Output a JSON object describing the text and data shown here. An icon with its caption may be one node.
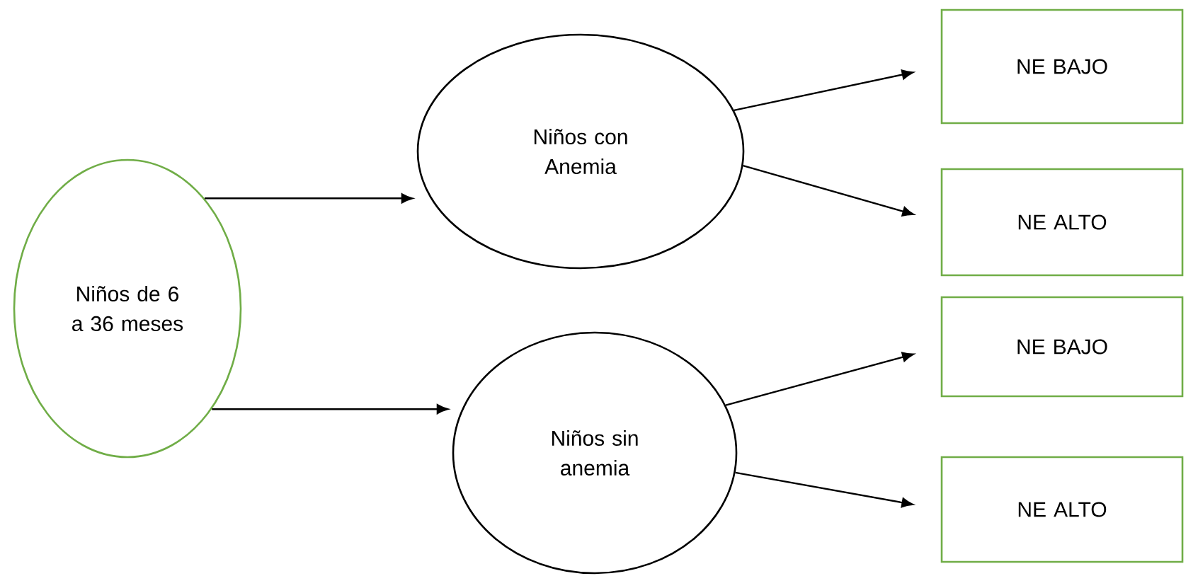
{
  "diagram": {
    "nodes": [
      {
        "text": [
          "Niños de 6 a 36 meses"
        ]
      },
      {
        "text": [
          "Niños con Anemia"
        ]
      },
      {
        "text": [
          "Niños sin anemia"
        ]
      },
      {
        "text": [
          "NE BAJO"
        ]
      },
      {
        "text": [
          "NE ALTO"
        ]
      },
      {
        "text": [
          "NE BAJO"
        ]
      },
      {
        "text": [
          "NE ALTO"
        ]
      }
    ],
    "edges": [
      {
        "from": 0,
        "to": 1,
        "arrow": "to"
      },
      {
        "from": 0,
        "to": 2,
        "arrow": "to"
      },
      {
        "from": 1,
        "to": 3,
        "arrow": "to"
      },
      {
        "from": 1,
        "to": 4,
        "arrow": "to"
      },
      {
        "from": 2,
        "to": 5,
        "arrow": "to"
      },
      {
        "from": 2,
        "to": 6,
        "arrow": "to"
      }
    ]
  }
}
